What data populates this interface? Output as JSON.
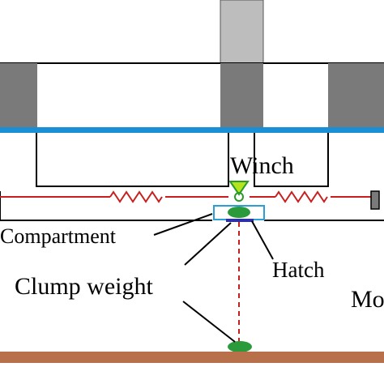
{
  "labels": {
    "winch": "Winch",
    "compartment": "Compartment",
    "hatch": "Hatch",
    "clump_weight": "Clump weight",
    "cutoff_text": "Mo"
  },
  "colors": {
    "background": "#ffffff",
    "column": "#bdbdbd",
    "column_dark": "#7a7a7a",
    "deck_line": "#1a8fd6",
    "mooring_line": "#c81e1e",
    "spring": "#c81e1e",
    "winch_fill": "#b4e41e",
    "winch_outline": "#2a9a2a",
    "clump_weight": "#2a9a3a",
    "hatch": "#2b2fa8",
    "compartment_box": "#2a9ed6",
    "seabed": "#b8704a",
    "outline": "#000000"
  }
}
